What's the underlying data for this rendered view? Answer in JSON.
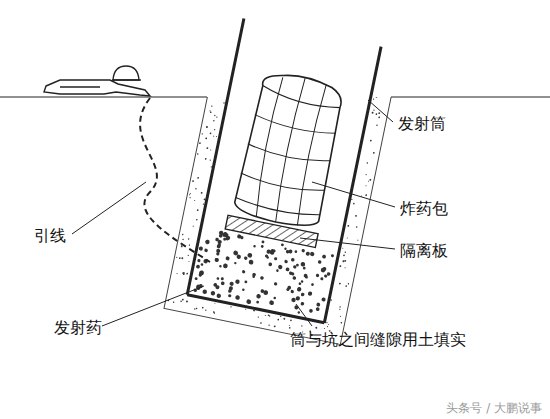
{
  "diagram": {
    "labels": [
      "发射筒",
      "炸药包",
      "隔离板",
      "引线",
      "发射药",
      "筒与坑之间缝隙用土填实",
      "头条号 / 大鹏说事"
    ]
  }
}
